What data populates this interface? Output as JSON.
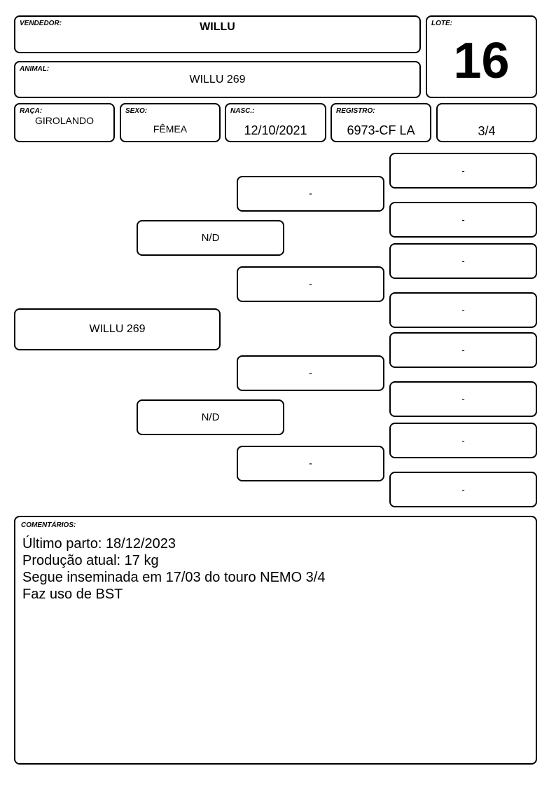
{
  "header": {
    "vendedor": {
      "label": "VENDEDOR:",
      "value": "WILLU"
    },
    "lote": {
      "label": "LOTE:",
      "value": "16"
    },
    "animal": {
      "label": "ANIMAL:",
      "value": "WILLU 269"
    }
  },
  "info": {
    "raca": {
      "label": "RAÇA:",
      "value": "GIROLANDO"
    },
    "sexo": {
      "label": "SEXO:",
      "value": "FÊMEA"
    },
    "nasc": {
      "label": "NASC.:",
      "value": "12/10/2021"
    },
    "registro": {
      "label": "REGISTRO:",
      "value": "6973-CF LA"
    },
    "grau": {
      "value": "3/4"
    }
  },
  "pedigree": {
    "animal": "WILLU 269",
    "parents": [
      "N/D",
      "N/D"
    ],
    "grandparents": [
      "-",
      "-",
      "-",
      "-"
    ],
    "great_grandparents": [
      "-",
      "-",
      "-",
      "-",
      "-",
      "-",
      "-",
      "-"
    ]
  },
  "comments": {
    "label": "COMENTÁRIOS:",
    "lines": [
      "Último parto: 18/12/2023",
      "Produção atual: 17 kg",
      "Segue inseminada em 17/03 do touro NEMO 3/4",
      "Faz uso de BST"
    ]
  }
}
